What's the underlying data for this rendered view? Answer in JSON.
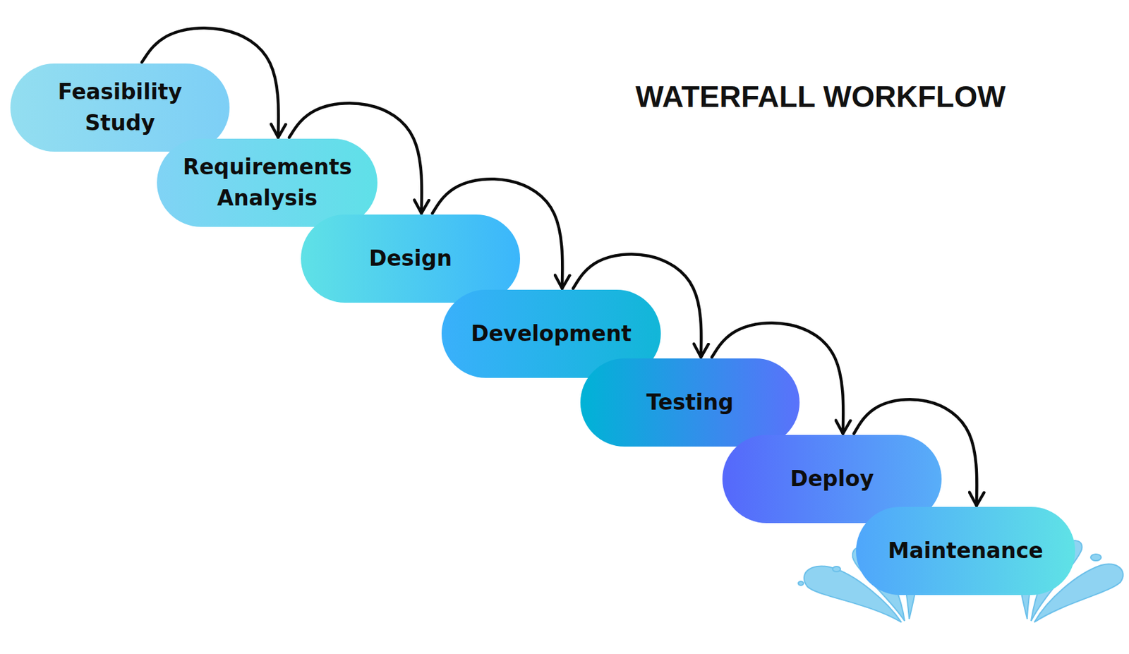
{
  "diagram": {
    "title": "WATERFALL WORKFLOW",
    "nodes": [
      {
        "text": [
          "Feasibility Study"
        ]
      },
      {
        "text": [
          "Requirements Analysis"
        ]
      },
      {
        "text": [
          "Design"
        ]
      },
      {
        "text": [
          "Development"
        ]
      },
      {
        "text": [
          "Testing"
        ]
      },
      {
        "text": [
          "Deploy"
        ]
      },
      {
        "text": [
          "Maintenance"
        ]
      }
    ],
    "edges": [
      {
        "from": 0,
        "to": 1,
        "arrow": "to"
      },
      {
        "from": 1,
        "to": 2,
        "arrow": "to"
      },
      {
        "from": 2,
        "to": 3,
        "arrow": "to"
      },
      {
        "from": 3,
        "to": 4,
        "arrow": "to"
      },
      {
        "from": 4,
        "to": 5,
        "arrow": "to"
      },
      {
        "from": 5,
        "to": 6,
        "arrow": "to"
      }
    ]
  }
}
